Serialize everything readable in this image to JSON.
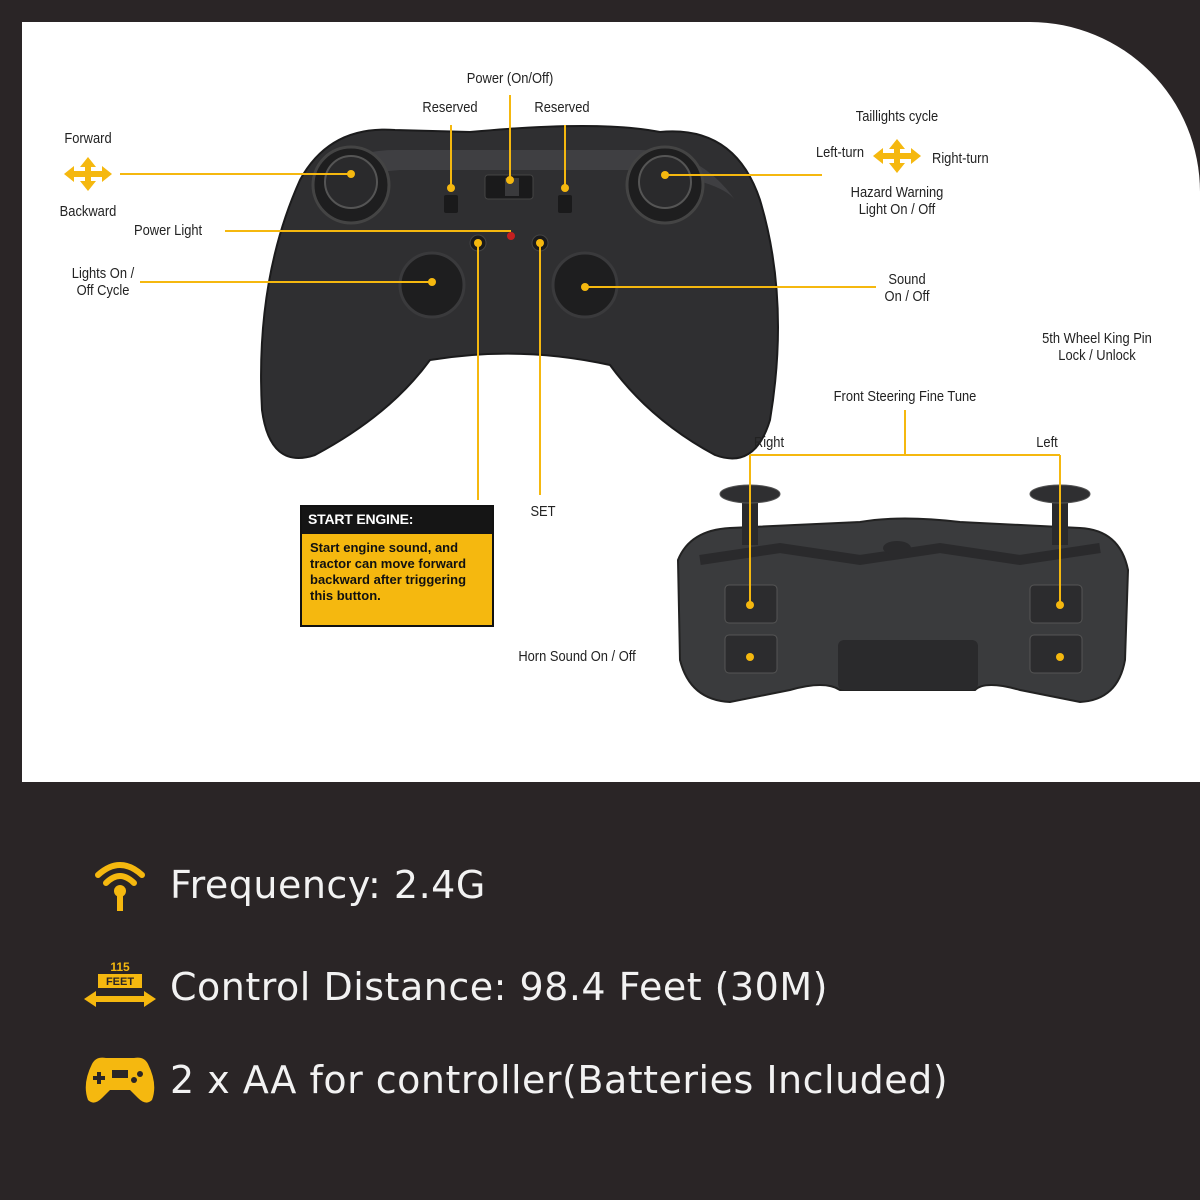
{
  "labels": {
    "power": "Power (On/Off)",
    "reserved_left": "Reserved",
    "reserved_right": "Reserved",
    "forward": "Forward",
    "backward": "Backward",
    "power_light": "Power Light",
    "lights": [
      "Lights On /",
      "Off Cycle"
    ],
    "taillights": "Taillights cycle",
    "left_turn": "Left-turn",
    "right_turn": "Right-turn",
    "hazard": [
      "Hazard Warning",
      "Light On / Off"
    ],
    "sound": [
      "Sound",
      "On / Off"
    ],
    "fifth_wheel": [
      "5th Wheel King Pin",
      "Lock / Unlock"
    ],
    "front_steering": "Front Steering Fine Tune",
    "right": "Right",
    "left": "Left",
    "set": "SET",
    "horn": "Horn Sound On / Off"
  },
  "start_engine": {
    "title": "START ENGINE:",
    "body": "Start engine sound, and tractor can move forward backward after triggering this button."
  },
  "specs": [
    {
      "icon": "wifi-signal-icon",
      "text": "Frequency: 2.4G"
    },
    {
      "icon": "distance-arrow-icon",
      "icon_label": [
        "115",
        "FEET"
      ],
      "text": "Control Distance: 98.4 Feet (30M)"
    },
    {
      "icon": "gamepad-icon",
      "text": " 2 x AA for controller(Batteries Included)"
    }
  ],
  "colors": {
    "accent": "#f5b80f",
    "background": "#2a2526",
    "card": "#ffffff",
    "controller": "#2f2f31"
  }
}
